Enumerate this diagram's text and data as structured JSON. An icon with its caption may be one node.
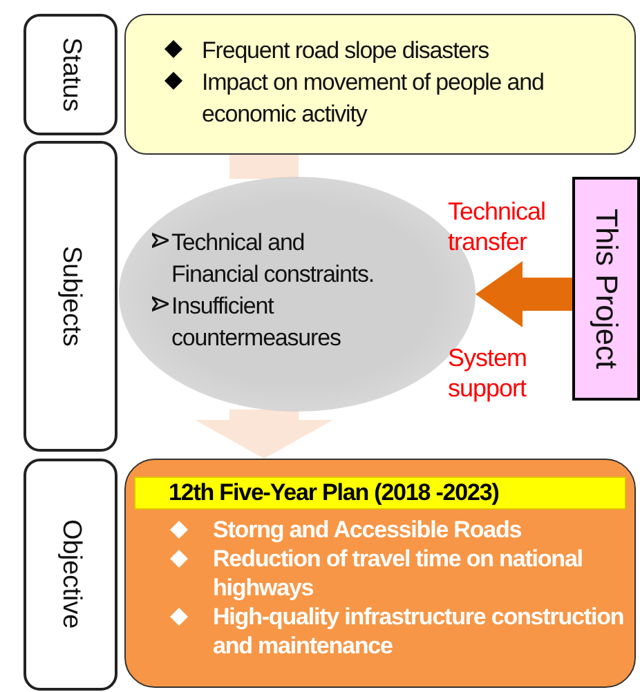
{
  "diagram": {
    "nodes": [
      {
        "text": [
          "Status"
        ]
      },
      {
        "text": [
          "Frequent road slope disasters",
          "Impact on movement of people and economic activity"
        ]
      },
      {
        "text": [
          "Subjects"
        ]
      },
      {
        "text": [
          "Technical and Financial constraints.",
          "Insufficient countermeasures"
        ]
      },
      {
        "text": [
          "This Project"
        ]
      },
      {
        "text": [
          "Objective"
        ]
      },
      {
        "text": [
          "12th Five-Year Plan (2018 -2023)",
          "Storng and Accessible Roads",
          "Reduction of travel time on national highways",
          "High-quality infrastructure construction and maintenance"
        ]
      }
    ],
    "edges": [
      {
        "from": 1,
        "to": 3,
        "arrow": "none"
      },
      {
        "from": 3,
        "to": 6,
        "arrow": "to"
      },
      {
        "from": 4,
        "to": 3,
        "arrow": "to",
        "color": "#e46c0a"
      }
    ],
    "labels": [
      "Technical transfer",
      "System support"
    ]
  }
}
